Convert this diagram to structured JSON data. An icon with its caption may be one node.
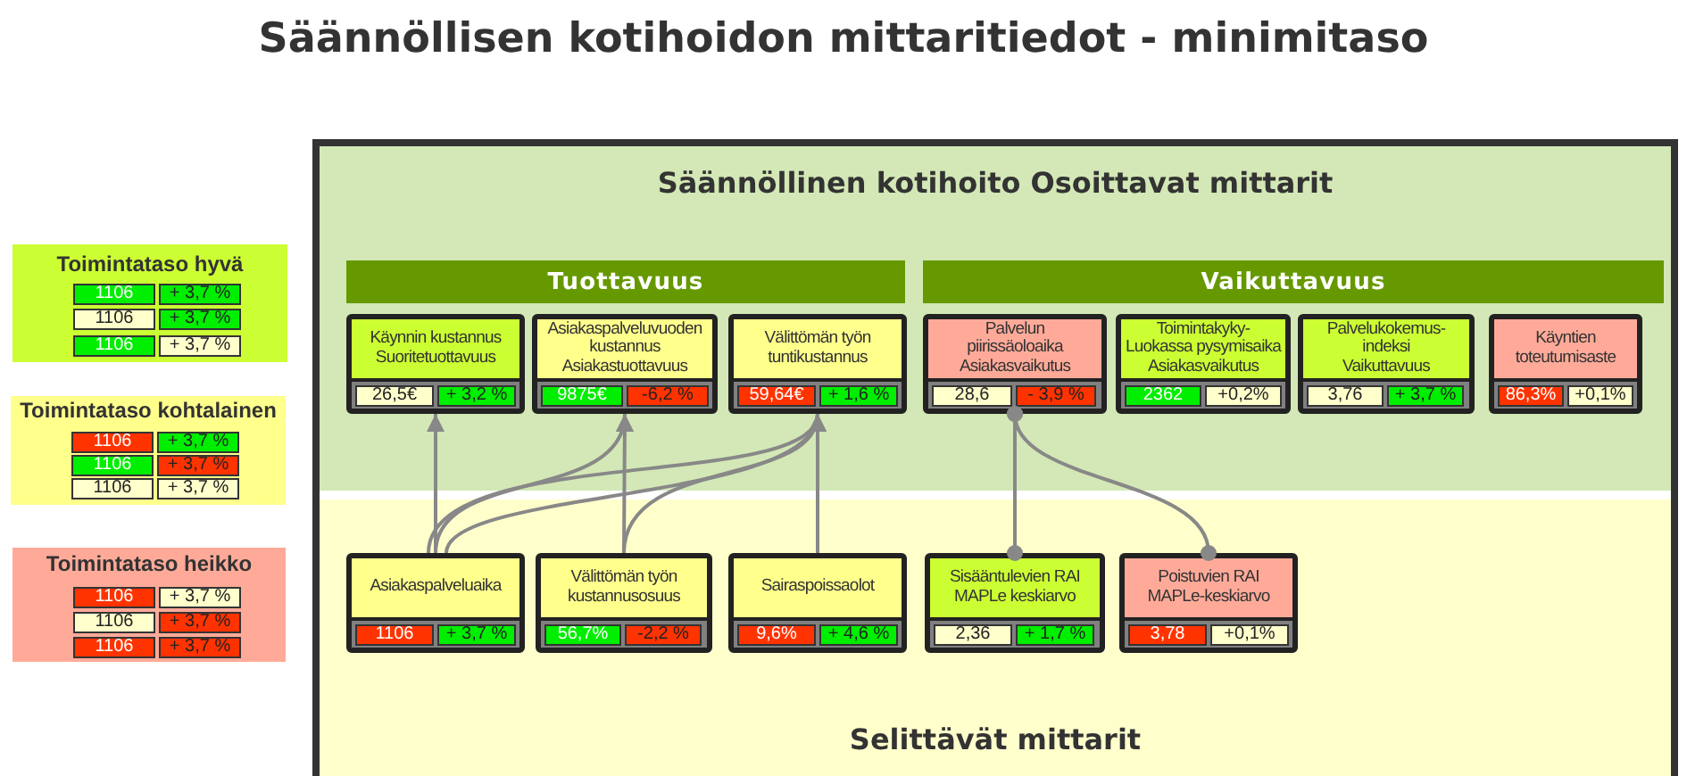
{
  "diagram": {
    "title": "Säännöllisen kotihoidon mittaritiedot - minimitaso",
    "nodes": [
      {
        "text": [
          "Säännöllinen kotihoito Osoittavat mittarit"
        ]
      },
      {
        "text": [
          "Tuottavuus"
        ],
        "in": 0
      },
      {
        "text": [
          "Vaikuttavuus"
        ],
        "in": 0
      },
      {
        "text": [
          "Käynnin kustannus",
          "Suoritetuottavuus"
        ],
        "in": 0
      },
      {
        "text": [
          "26,5€"
        ],
        "in": 3
      },
      {
        "text": [
          "+ 3,2 %"
        ],
        "in": 3
      },
      {
        "text": [
          "Asiakaspalveluvuoden kustannus",
          "Asiakastuottavuus"
        ],
        "in": 0
      },
      {
        "text": [
          "9875€"
        ],
        "in": 6
      },
      {
        "text": [
          "-6,2 %"
        ],
        "in": 6
      },
      {
        "text": [
          "Välittömän työn tuntikustannus"
        ],
        "in": 0
      },
      {
        "text": [
          "59,64€"
        ],
        "in": 9
      },
      {
        "text": [
          "+ 1,6 %"
        ],
        "in": 9
      },
      {
        "text": [
          "Palvelun piirissäoloaika",
          "Asiakasvaikutus"
        ],
        "in": 0
      },
      {
        "text": [
          "28,6"
        ],
        "in": 12
      },
      {
        "text": [
          "- 3,9 %"
        ],
        "in": 12
      },
      {
        "text": [
          "Toimintakyky- Luokassa pysymisaika",
          "Asiakasvaikutus"
        ],
        "in": 0
      },
      {
        "text": [
          "2362"
        ],
        "in": 15
      },
      {
        "text": [
          "+0,2%"
        ],
        "in": 15
      },
      {
        "text": [
          "Palvelukokemus- indeksi",
          "Vaikuttavuus"
        ],
        "in": 0
      },
      {
        "text": [
          "3,76"
        ],
        "in": 18
      },
      {
        "text": [
          "+ 3,7 %"
        ],
        "in": 18
      },
      {
        "text": [
          "Käyntien toteutumisaste"
        ],
        "in": 0
      },
      {
        "text": [
          "86,3%"
        ],
        "in": 21
      },
      {
        "text": [
          "+0,1%"
        ],
        "in": 21
      },
      {
        "text": [
          "Selittävät mittarit"
        ]
      },
      {
        "text": [
          "Asiakaspalveluaika"
        ],
        "in": 24
      },
      {
        "text": [
          "1106"
        ],
        "in": 25
      },
      {
        "text": [
          "+ 3,7 %"
        ],
        "in": 25
      },
      {
        "text": [
          "Välittömän työn kustannusosuus"
        ],
        "in": 24
      },
      {
        "text": [
          "56,7%"
        ],
        "in": 28
      },
      {
        "text": [
          "-2,2 %"
        ],
        "in": 28
      },
      {
        "text": [
          "Sairaspoissaolot"
        ],
        "in": 24
      },
      {
        "text": [
          "9,6%"
        ],
        "in": 31
      },
      {
        "text": [
          "+ 4,6 %"
        ],
        "in": 31
      },
      {
        "text": [
          "Sisääntulevien RAI MAPLe keskiarvo"
        ],
        "in": 24
      },
      {
        "text": [
          "2,36"
        ],
        "in": 34
      },
      {
        "text": [
          "+ 1,7 %"
        ],
        "in": 34
      },
      {
        "text": [
          "Poistuvien RAI MAPLe-keskiarvo"
        ],
        "in": 24
      },
      {
        "text": [
          "3,78"
        ],
        "in": 37
      },
      {
        "text": [
          "+0,1%"
        ],
        "in": 37
      },
      {
        "text": [
          "Toimintataso hyvä"
        ]
      },
      {
        "text": [
          "1106"
        ],
        "in": 40
      },
      {
        "text": [
          "+ 3,7 %"
        ],
        "in": 40
      },
      {
        "text": [
          "1106"
        ],
        "in": 40
      },
      {
        "text": [
          "+ 3,7 %"
        ],
        "in": 40
      },
      {
        "text": [
          "1106"
        ],
        "in": 40
      },
      {
        "text": [
          "+ 3,7 %"
        ],
        "in": 40
      },
      {
        "text": [
          "Toimintataso kohtalainen"
        ]
      },
      {
        "text": [
          "1106"
        ],
        "in": 47
      },
      {
        "text": [
          "+ 3,7 %"
        ],
        "in": 47
      },
      {
        "text": [
          "1106"
        ],
        "in": 47
      },
      {
        "text": [
          "+ 3,7 %"
        ],
        "in": 47
      },
      {
        "text": [
          "1106"
        ],
        "in": 47
      },
      {
        "text": [
          "+ 3,7 %"
        ],
        "in": 47
      },
      {
        "text": [
          "Toimintataso heikko"
        ]
      },
      {
        "text": [
          "1106"
        ],
        "in": 54
      },
      {
        "text": [
          "+ 3,7 %"
        ],
        "in": 54
      },
      {
        "text": [
          "1106"
        ],
        "in": 54
      },
      {
        "text": [
          "+ 3,7 %"
        ],
        "in": 54
      },
      {
        "text": [
          "1106"
        ],
        "in": 54
      },
      {
        "text": [
          "+ 3,7 %"
        ],
        "in": 54
      }
    ],
    "edges": [
      {
        "from": 25,
        "to": 3,
        "arrow": "to"
      },
      {
        "from": 25,
        "to": 6,
        "arrow": "to"
      },
      {
        "from": 25,
        "to": 9,
        "arrow": "to"
      },
      {
        "from": 25,
        "to": 9,
        "arrow": "to"
      },
      {
        "from": 28,
        "to": 6,
        "arrow": "to"
      },
      {
        "from": 28,
        "to": 9,
        "arrow": "to"
      },
      {
        "from": 31,
        "to": 9,
        "arrow": "to"
      },
      {
        "from": 12,
        "to": 34,
        "arrow": "other"
      },
      {
        "from": 12,
        "to": 37,
        "arrow": "other"
      }
    ]
  }
}
